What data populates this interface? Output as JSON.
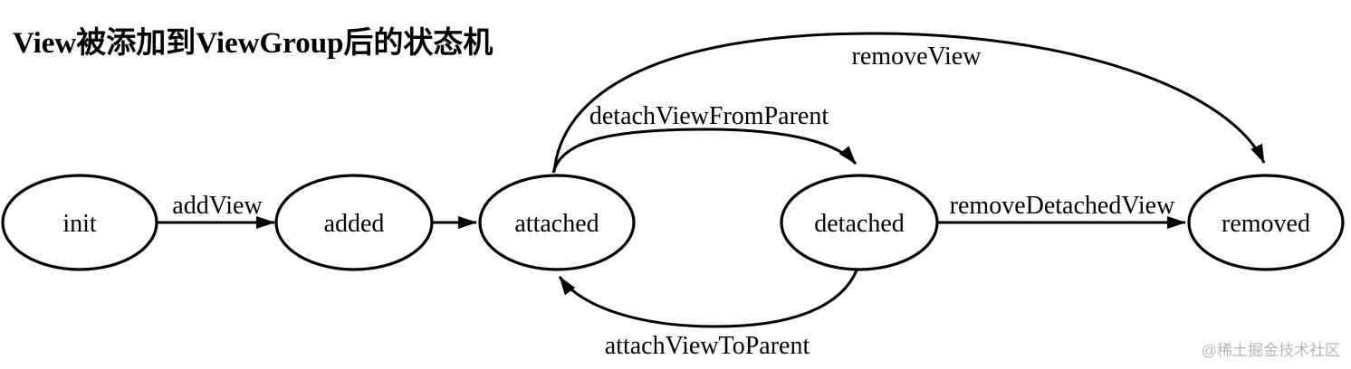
{
  "title": "View被添加到ViewGroup后的状态机",
  "watermark": "@稀土掘金技术社区",
  "colors": {
    "ink": "#000000",
    "background": "#ffffff",
    "watermark": "#b6b6b6"
  },
  "diagram": {
    "type": "state-machine",
    "nodes": [
      {
        "id": "init",
        "label": "init"
      },
      {
        "id": "added",
        "label": "added"
      },
      {
        "id": "attached",
        "label": "attached"
      },
      {
        "id": "detached",
        "label": "detached"
      },
      {
        "id": "removed",
        "label": "removed"
      }
    ],
    "edges": [
      {
        "from": "init",
        "to": "added",
        "label": "addView"
      },
      {
        "from": "added",
        "to": "attached",
        "label": ""
      },
      {
        "from": "attached",
        "to": "detached",
        "label": "detachViewFromParent"
      },
      {
        "from": "detached",
        "to": "attached",
        "label": "attachViewToParent"
      },
      {
        "from": "attached",
        "to": "removed",
        "label": "removeView"
      },
      {
        "from": "detached",
        "to": "removed",
        "label": "removeDetachedView"
      }
    ]
  }
}
